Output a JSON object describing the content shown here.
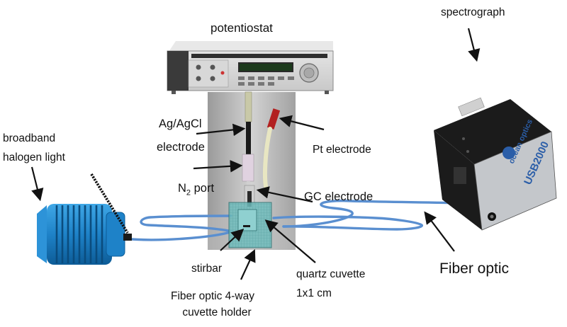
{
  "labels": {
    "potentiostat": "potentiostat",
    "spectrograph": "spectrograph",
    "ag_agcl_line1": "Ag/AgCl",
    "ag_agcl_line2": "electrode",
    "pt_electrode": "Pt electrode",
    "light_line1": "broadband",
    "light_line2": "halogen light",
    "n2_n": "N",
    "n2_sub": "2",
    "n2_port": " port",
    "gc_electrode": "GC electrode",
    "stirbar": "stirbar",
    "quartz_line1": "quartz cuvette",
    "quartz_line2": "1x1 cm",
    "holder_line1": "Fiber optic 4-way",
    "holder_line2": "cuvette holder",
    "fiber_optic": "Fiber optic"
  },
  "device_text": {
    "brand": "ocean optics",
    "model": "USB2000"
  },
  "colors": {
    "fiber": "#5a8fd0",
    "light_source": "#1e82c8",
    "spectrograph_panel": "#b9bcc0",
    "spectrograph_body": "#1b1b1b",
    "cuvette_holder": "#6fbcbc"
  }
}
